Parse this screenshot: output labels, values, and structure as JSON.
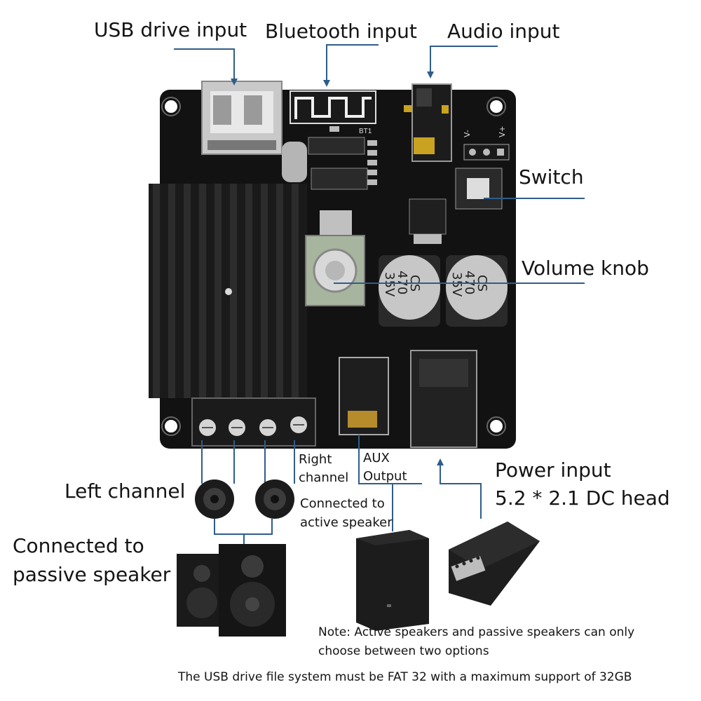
{
  "labels": {
    "usb_drive_input": "USB drive input",
    "bluetooth_input": "Bluetooth input",
    "audio_input": "Audio input",
    "switch": "Switch",
    "volume_knob": "Volume knob",
    "right_channel_line1": "Right",
    "right_channel_line2": "channel",
    "aux_output_line1": "AUX",
    "aux_output_line2": "Output",
    "power_input_line1": "Power input",
    "power_input_line2": "5.2 * 2.1 DC head",
    "left_channel": "Left channel",
    "active_speaker_line1": "Connected to",
    "active_speaker_line2": "active speaker",
    "passive_speaker_line1": "Connected to",
    "passive_speaker_line2": "passive speaker"
  },
  "board_markings": {
    "capacitor_text_1": "CS",
    "capacitor_text_2": "470",
    "capacitor_text_3": "35V",
    "bt_label": "BT1",
    "vminus": "V-",
    "vplus": "V+"
  },
  "notes": {
    "note_line1": "Note: Active speakers and passive speakers can only",
    "note_line2": "choose between two options",
    "usb_note": "The USB drive file system must be FAT 32 with a maximum support of 32GB"
  },
  "colors": {
    "board": "#111111",
    "leader_line": "#2f5d8a",
    "heatsink": "#1b1b1b",
    "text": "#141414"
  }
}
